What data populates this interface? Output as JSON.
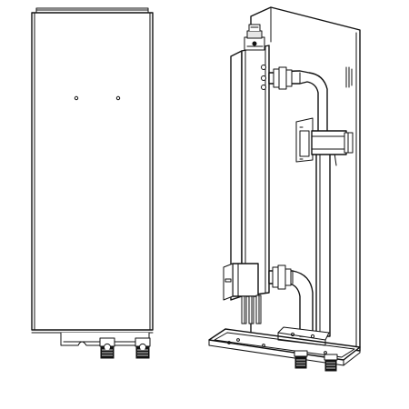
{
  "figure": {
    "kind": "technical line drawing",
    "views": [
      "exterior-casing-front",
      "internal-assembly-without-cover"
    ],
    "colors": {
      "line": "#111111",
      "background": "#ffffff"
    }
  }
}
